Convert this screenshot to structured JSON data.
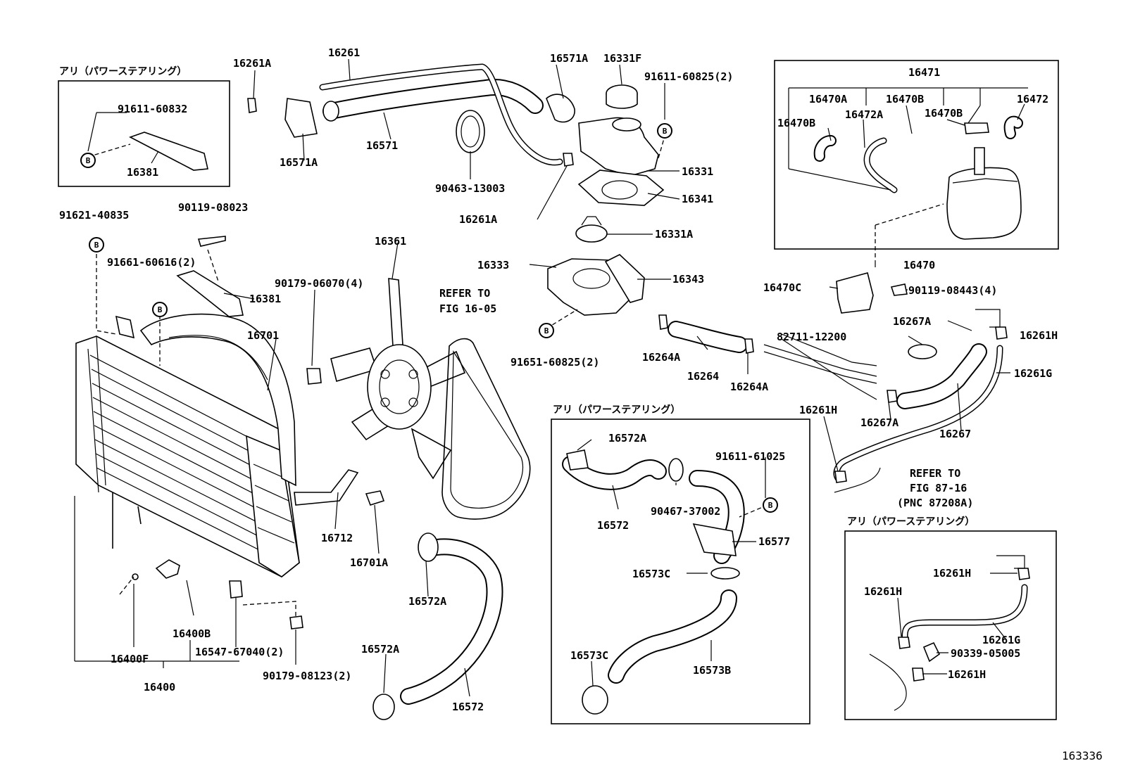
{
  "frames": {
    "ps1": "アリ（パワーステアリング）",
    "ps2": "アリ（パワーステアリング）",
    "ps3": "アリ（パワーステアリング）"
  },
  "refs": {
    "fig1605": [
      "REFER TO",
      "FIG 16-05"
    ],
    "fig8716": [
      "REFER TO",
      "FIG 87-16",
      "(PNC 87208A)"
    ]
  },
  "badge_letter": "B",
  "diagram_code": "163336",
  "labels": [
    {
      "id": "l1",
      "text": "16261A"
    },
    {
      "id": "l2",
      "text": "16261"
    },
    {
      "id": "l3",
      "text": "16571A"
    },
    {
      "id": "l4",
      "text": "16331F"
    },
    {
      "id": "l5",
      "text": "91611-60825(2)"
    },
    {
      "id": "l6",
      "text": "91611-60832"
    },
    {
      "id": "l7",
      "text": "16381"
    },
    {
      "id": "l8",
      "text": "16571A"
    },
    {
      "id": "l9",
      "text": "16571"
    },
    {
      "id": "l10",
      "text": "90463-13003"
    },
    {
      "id": "l11",
      "text": "16331"
    },
    {
      "id": "l12",
      "text": "16341"
    },
    {
      "id": "l13",
      "text": "16261A"
    },
    {
      "id": "l14",
      "text": "91621-40835"
    },
    {
      "id": "l15",
      "text": "90119-08023"
    },
    {
      "id": "l16",
      "text": "16331A"
    },
    {
      "id": "l17",
      "text": "16361"
    },
    {
      "id": "l18",
      "text": "91661-60616(2)"
    },
    {
      "id": "l19",
      "text": "16333"
    },
    {
      "id": "l20",
      "text": "16343"
    },
    {
      "id": "l21",
      "text": "90179-06070(4)"
    },
    {
      "id": "l22",
      "text": "16381"
    },
    {
      "id": "l23",
      "text": "16701"
    },
    {
      "id": "l24",
      "text": "91651-60825(2)"
    },
    {
      "id": "l25",
      "text": "16264A"
    },
    {
      "id": "l26",
      "text": "16264"
    },
    {
      "id": "l27",
      "text": "16264A"
    },
    {
      "id": "l28",
      "text": "16712"
    },
    {
      "id": "l29",
      "text": "16701A"
    },
    {
      "id": "l30",
      "text": "16572A"
    },
    {
      "id": "l31",
      "text": "16400B"
    },
    {
      "id": "l32",
      "text": "16400F"
    },
    {
      "id": "l33",
      "text": "16547-67040(2)"
    },
    {
      "id": "l34",
      "text": "16400"
    },
    {
      "id": "l35",
      "text": "90179-08123(2)"
    },
    {
      "id": "l36",
      "text": "16572A"
    },
    {
      "id": "l37",
      "text": "16572"
    },
    {
      "id": "l38",
      "text": "16572A"
    },
    {
      "id": "l39",
      "text": "91611-61025"
    },
    {
      "id": "l40",
      "text": "16572"
    },
    {
      "id": "l41",
      "text": "90467-37002"
    },
    {
      "id": "l42",
      "text": "16577"
    },
    {
      "id": "l43",
      "text": "16573C"
    },
    {
      "id": "l44",
      "text": "16573C"
    },
    {
      "id": "l45",
      "text": "16573B"
    },
    {
      "id": "l46",
      "text": "16471"
    },
    {
      "id": "l47",
      "text": "16470A"
    },
    {
      "id": "l48",
      "text": "16470B"
    },
    {
      "id": "l49",
      "text": "16472"
    },
    {
      "id": "l50",
      "text": "16472A"
    },
    {
      "id": "l51",
      "text": "16470B"
    },
    {
      "id": "l52",
      "text": "16470B"
    },
    {
      "id": "l53",
      "text": "16470"
    },
    {
      "id": "l54",
      "text": "16470C"
    },
    {
      "id": "l55",
      "text": "90119-08443(4)"
    },
    {
      "id": "l56",
      "text": "16267A"
    },
    {
      "id": "l57",
      "text": "82711-12200"
    },
    {
      "id": "l58",
      "text": "16261H"
    },
    {
      "id": "l59",
      "text": "16261G"
    },
    {
      "id": "l60",
      "text": "16261H"
    },
    {
      "id": "l61",
      "text": "16267A"
    },
    {
      "id": "l62",
      "text": "16267"
    },
    {
      "id": "l63",
      "text": "16261H"
    },
    {
      "id": "l64",
      "text": "16261H"
    },
    {
      "id": "l65",
      "text": "16261G"
    },
    {
      "id": "l66",
      "text": "90339-05005"
    },
    {
      "id": "l67",
      "text": "16261H"
    }
  ]
}
